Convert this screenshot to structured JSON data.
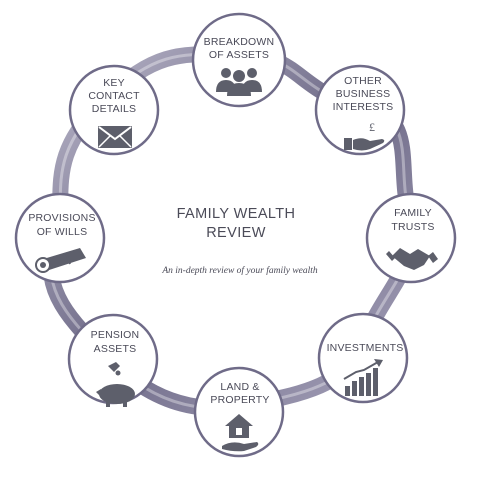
{
  "center": {
    "title_line1": "FAMILY WEALTH",
    "title_line2": "REVIEW",
    "subtitle": "An in-depth review of your family wealth"
  },
  "nodes": [
    {
      "id": "breakdown",
      "lines": [
        "BREAKDOWN",
        "OF ASSETS"
      ],
      "icon": "people-group-icon"
    },
    {
      "id": "business",
      "lines": [
        "OTHER",
        "BUSINESS",
        "INTERESTS"
      ],
      "icon": "hand-pound-icon"
    },
    {
      "id": "trusts",
      "lines": [
        "FAMILY",
        "TRUSTS"
      ],
      "icon": "handshake-icon"
    },
    {
      "id": "investments",
      "lines": [
        "INVESTMENTS"
      ],
      "icon": "growth-chart-icon"
    },
    {
      "id": "property",
      "lines": [
        "LAND &",
        "PROPERTY"
      ],
      "icon": "house-hand-icon"
    },
    {
      "id": "pension",
      "lines": [
        "PENSION",
        "ASSETS"
      ],
      "icon": "piggy-bank-icon"
    },
    {
      "id": "wills",
      "lines": [
        "PROVISIONS",
        "OF WILLS"
      ],
      "icon": "scroll-icon"
    },
    {
      "id": "contact",
      "lines": [
        "KEY",
        "CONTACT",
        "DETAILS"
      ],
      "icon": "envelope-icon"
    }
  ],
  "colors": {
    "ribbon_dark": "#6f6b88",
    "ribbon_light": "#b9b6c9",
    "circle_stroke": "#6f6b88",
    "text": "#4a4a58",
    "icon": "#5d5f6b"
  }
}
